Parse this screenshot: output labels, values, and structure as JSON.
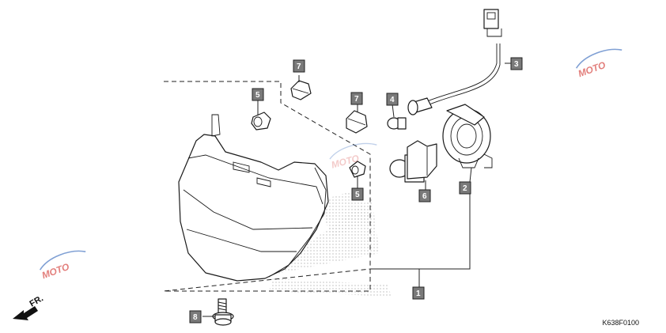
{
  "callouts": [
    {
      "id": "c1",
      "label": "1"
    },
    {
      "id": "c2",
      "label": "2"
    },
    {
      "id": "c3",
      "label": "3"
    },
    {
      "id": "c4",
      "label": "4"
    },
    {
      "id": "c5a",
      "label": "5"
    },
    {
      "id": "c5b",
      "label": "5"
    },
    {
      "id": "c6",
      "label": "6"
    },
    {
      "id": "c7a",
      "label": "7"
    },
    {
      "id": "c7b",
      "label": "7"
    },
    {
      "id": "c8",
      "label": "8"
    }
  ],
  "direction_label": "FR.",
  "diagram_code": "K638F0100",
  "watermark_text": "MOTO",
  "colors": {
    "callout_fill": "#7a7a7a",
    "line": "#1a1a1a",
    "stipple": "#b0b0b0",
    "watermark_red": "#d9534f",
    "watermark_blue": "#4a78c2"
  }
}
